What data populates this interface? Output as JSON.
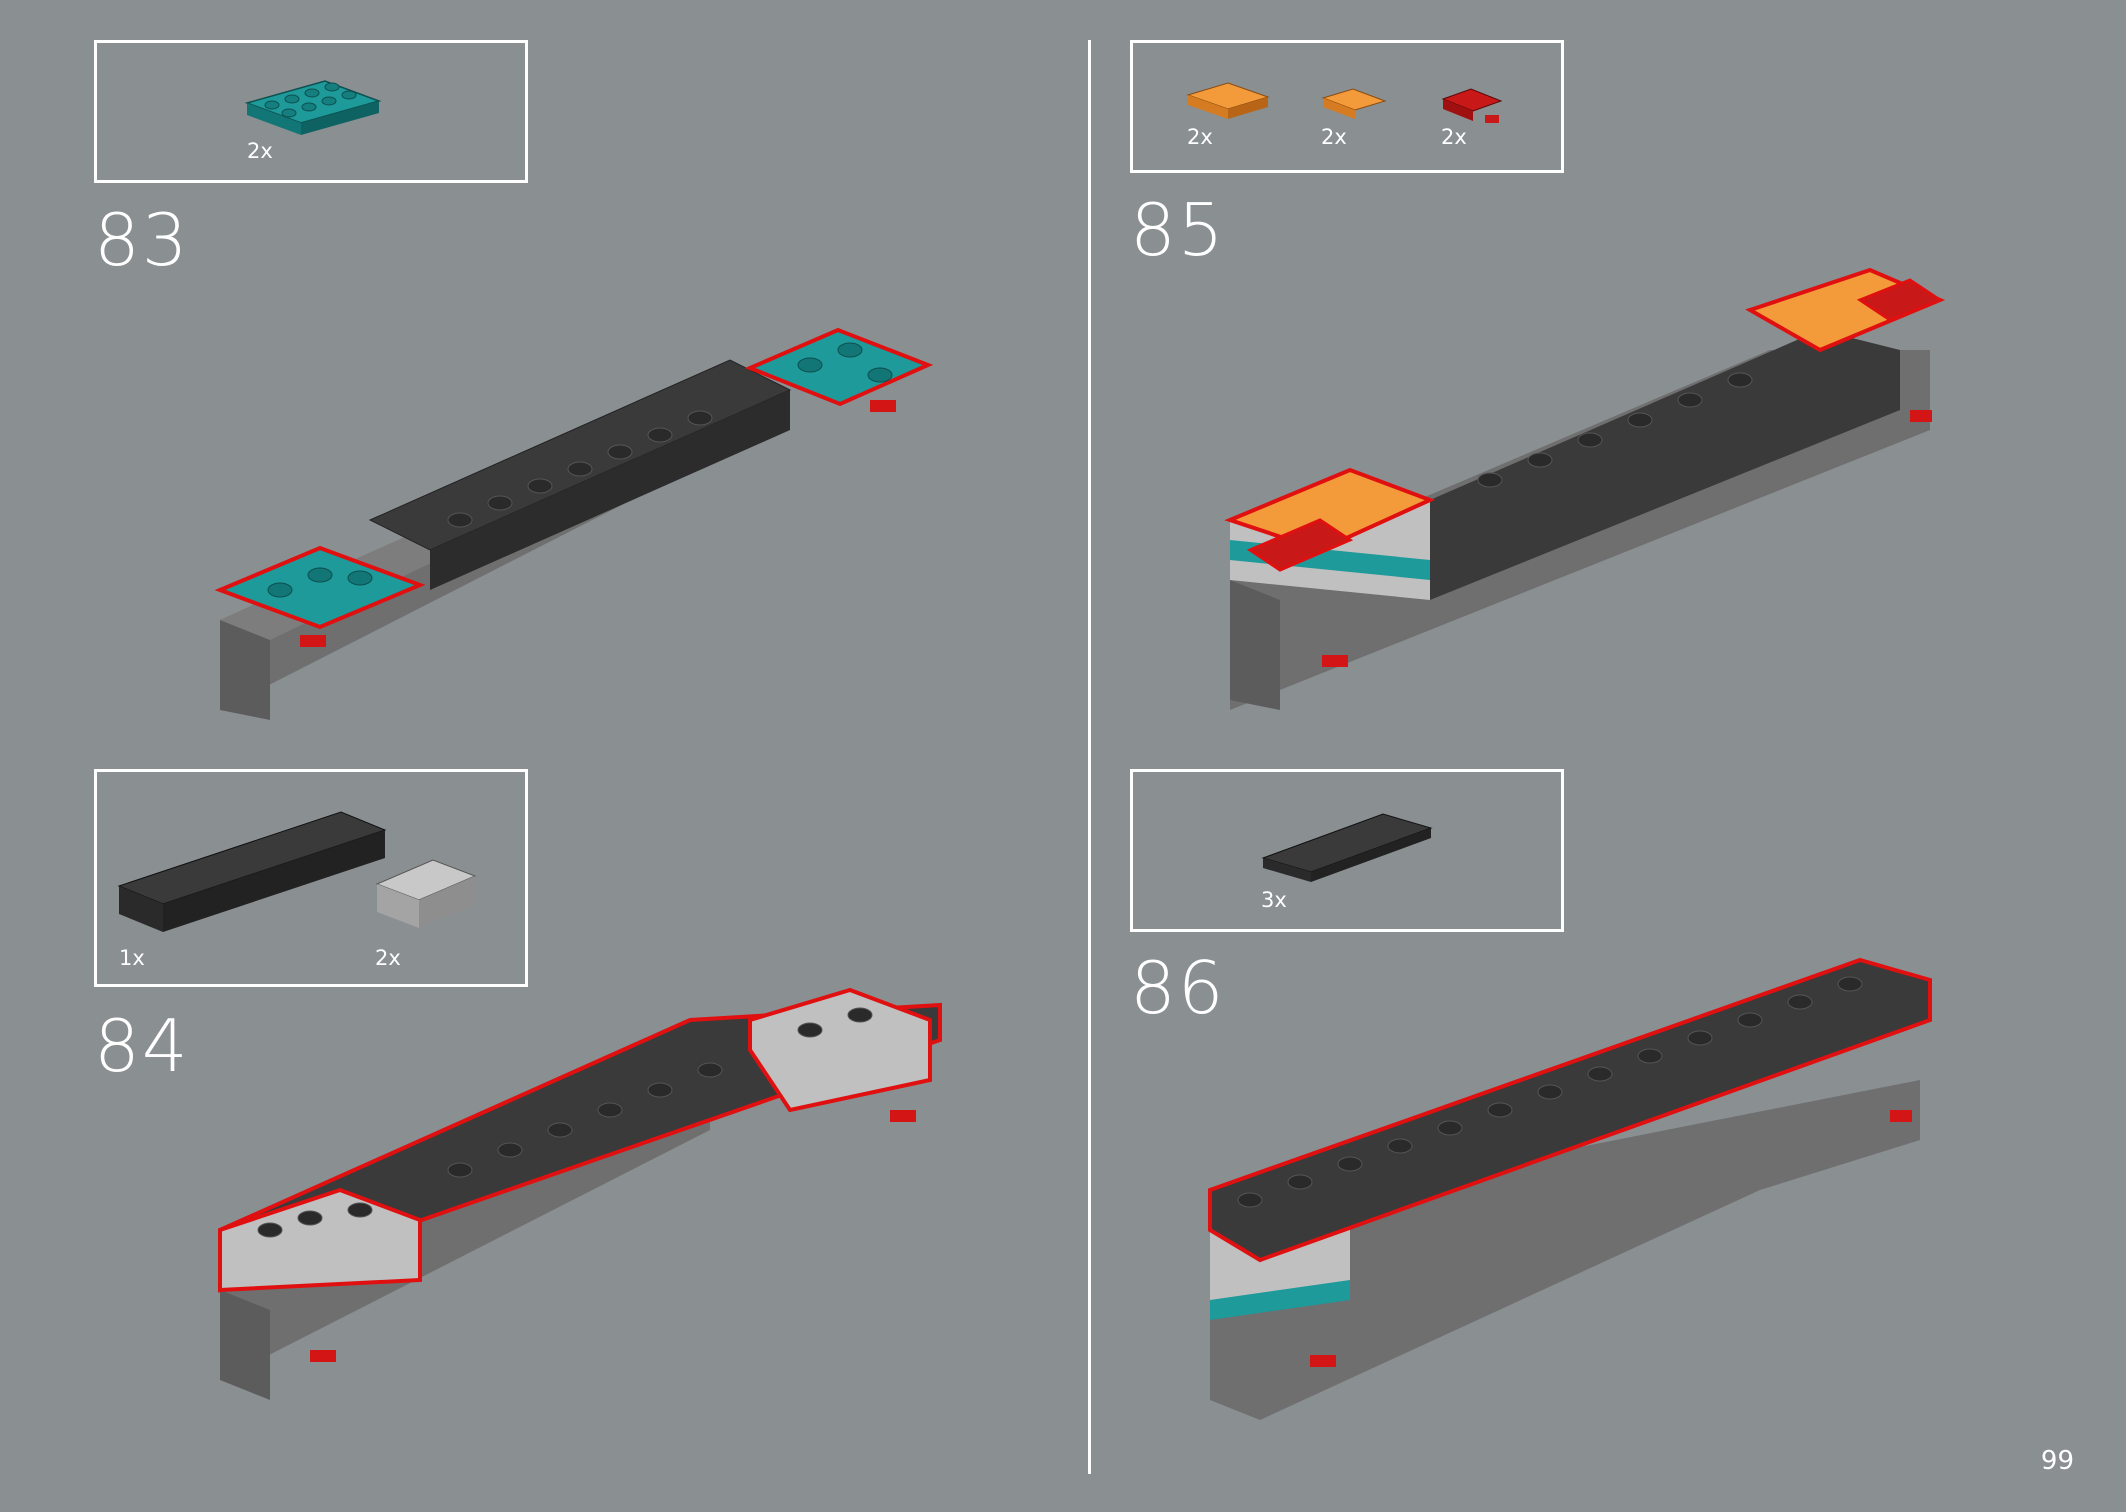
{
  "page": {
    "number": "99"
  },
  "steps": [
    {
      "number": "83",
      "parts": [
        {
          "qty": "2x",
          "color": "#1e9a9a",
          "part": "plate-2x4"
        }
      ]
    },
    {
      "number": "84",
      "parts": [
        {
          "qty": "1x",
          "color": "#3a3a3a",
          "part": "brick-2x8"
        },
        {
          "qty": "2x",
          "color": "#bdbdbd",
          "part": "brick-2x4"
        }
      ]
    },
    {
      "number": "85",
      "parts": [
        {
          "qty": "2x",
          "color": "#f39a3a",
          "part": "plate-2x2"
        },
        {
          "qty": "2x",
          "color": "#f39a3a",
          "part": "plate-1x2"
        },
        {
          "qty": "2x",
          "color": "#c81818",
          "part": "plate-with-handle"
        }
      ]
    },
    {
      "number": "86",
      "parts": [
        {
          "qty": "3x",
          "color": "#3a3a3a",
          "part": "plate-2x6"
        }
      ]
    }
  ],
  "colors": {
    "background": "#8a8f92",
    "dark_brick": "#333333",
    "light_gray": "#bdbdbd",
    "teal": "#1e9a9a",
    "orange": "#f39a3a",
    "red": "#d41515",
    "highlight_outline": "#e01010"
  }
}
